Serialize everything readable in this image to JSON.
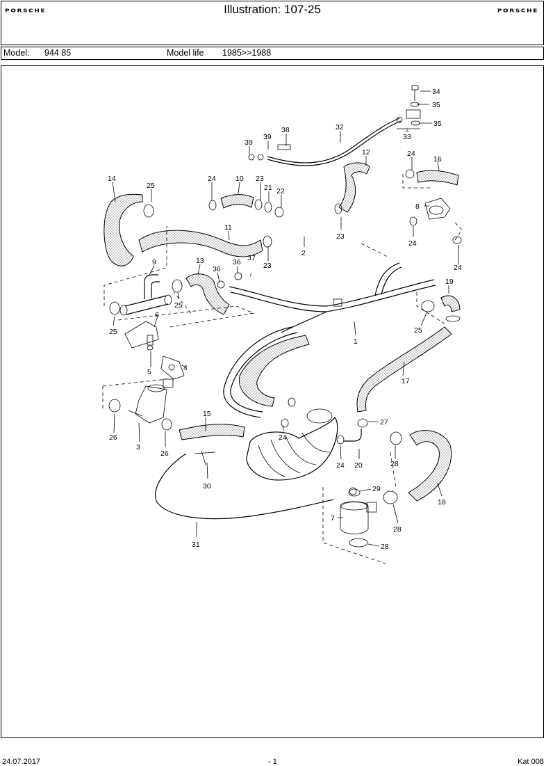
{
  "header": {
    "brand_left": "PORSCHE",
    "brand_right": "PORSCHE",
    "title": "Illustration: 107-25"
  },
  "model_bar": {
    "model_label": "Model:",
    "model_value": "944 85",
    "life_label": "Model life",
    "life_value": "1985>>1988"
  },
  "callouts": [
    "1",
    "2",
    "3",
    "4",
    "5",
    "6",
    "7",
    "8",
    "9",
    "10",
    "11",
    "12",
    "13",
    "14",
    "15",
    "16",
    "17",
    "18",
    "19",
    "20",
    "21",
    "22",
    "23",
    "24",
    "25",
    "26",
    "27",
    "28",
    "29",
    "30",
    "31",
    "32",
    "33",
    "34",
    "35",
    "36",
    "37",
    "38",
    "39"
  ],
  "footer": {
    "date": "24.07.2017",
    "page": "- 1",
    "catalog": "Kat 008"
  }
}
